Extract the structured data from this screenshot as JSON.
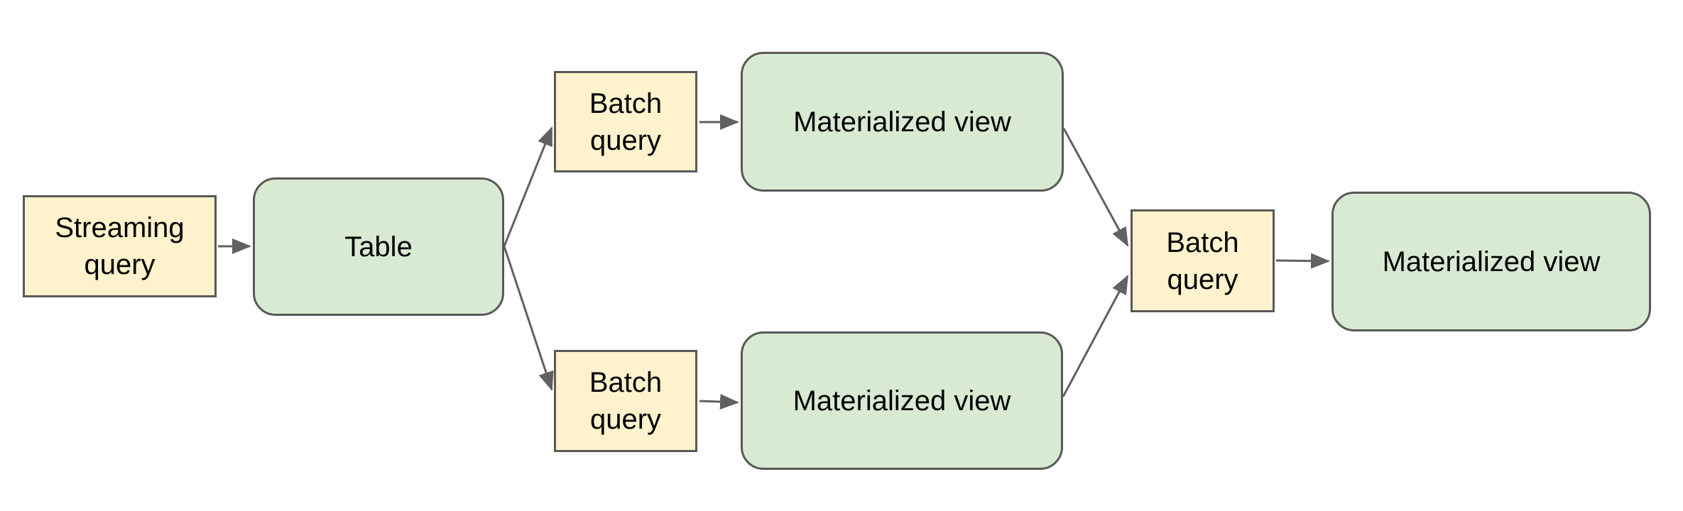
{
  "diagram": {
    "type": "flow-diagram",
    "background": "#ffffff",
    "colors": {
      "query_box_fill": "#fff2cc",
      "view_box_fill": "#d9ead3",
      "box_border": "#595959",
      "connector": "#616161",
      "text": "#000000"
    },
    "nodes": {
      "streaming_query": {
        "label": "Streaming query",
        "shape": "rectangle"
      },
      "table": {
        "label": "Table",
        "shape": "rounded-rectangle"
      },
      "batch_query_top": {
        "label": "Batch query",
        "shape": "rectangle"
      },
      "materialized_view_top": {
        "label": "Materialized view",
        "shape": "rounded-rectangle"
      },
      "batch_query_bottom": {
        "label": "Batch query",
        "shape": "rectangle"
      },
      "materialized_view_bottom": {
        "label": "Materialized view",
        "shape": "rounded-rectangle"
      },
      "batch_query_final": {
        "label": "Batch query",
        "shape": "rectangle"
      },
      "materialized_view_final": {
        "label": "Materialized view",
        "shape": "rounded-rectangle"
      }
    },
    "edges": [
      {
        "from": "streaming_query",
        "to": "table"
      },
      {
        "from": "table",
        "to": "batch_query_top"
      },
      {
        "from": "table",
        "to": "batch_query_bottom"
      },
      {
        "from": "batch_query_top",
        "to": "materialized_view_top"
      },
      {
        "from": "batch_query_bottom",
        "to": "materialized_view_bottom"
      },
      {
        "from": "materialized_view_top",
        "to": "batch_query_final"
      },
      {
        "from": "materialized_view_bottom",
        "to": "batch_query_final"
      },
      {
        "from": "batch_query_final",
        "to": "materialized_view_final"
      }
    ]
  }
}
